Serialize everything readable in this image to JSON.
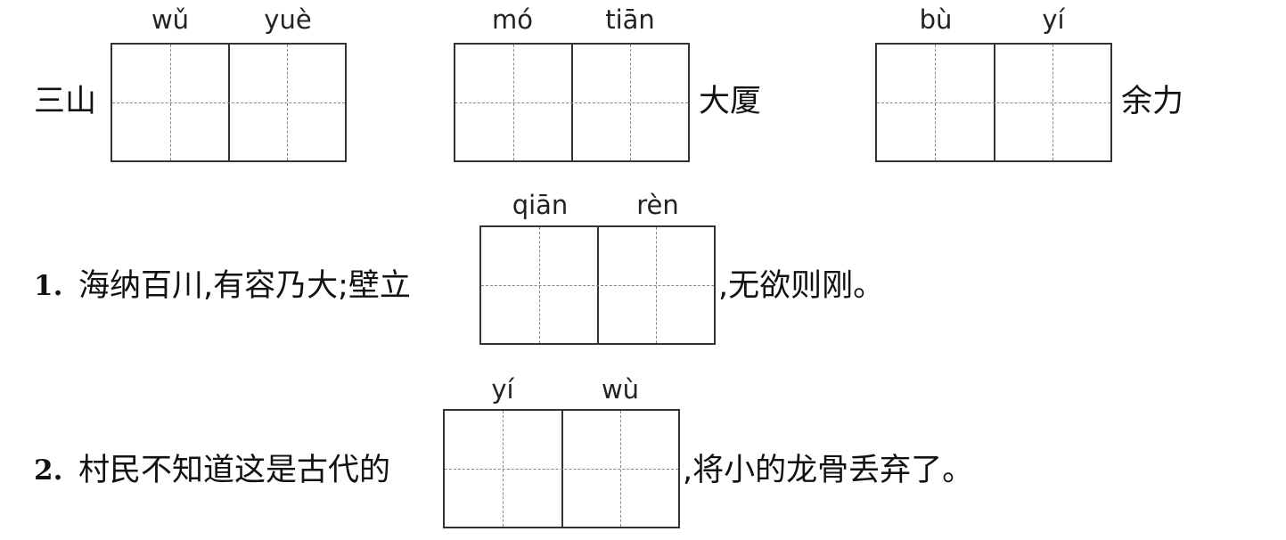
{
  "row1": {
    "item1": {
      "pinyin": [
        "wǔ",
        "yuè"
      ],
      "prefix": "三山",
      "suffix": ""
    },
    "item2": {
      "pinyin": [
        "mó",
        "tiān"
      ],
      "prefix": "",
      "suffix": "大厦"
    },
    "item3": {
      "pinyin": [
        "bù",
        "yí"
      ],
      "prefix": "",
      "suffix": "余力"
    }
  },
  "q1": {
    "number": "1.",
    "pinyin": [
      "qiān",
      "rèn"
    ],
    "before": "海纳百川,有容乃大;壁立",
    "after": ",无欲则刚。"
  },
  "q2": {
    "number": "2.",
    "pinyin": [
      "yí",
      "wù"
    ],
    "before": "村民不知道这是古代的",
    "after": ",将小的龙骨丢弃了。"
  }
}
